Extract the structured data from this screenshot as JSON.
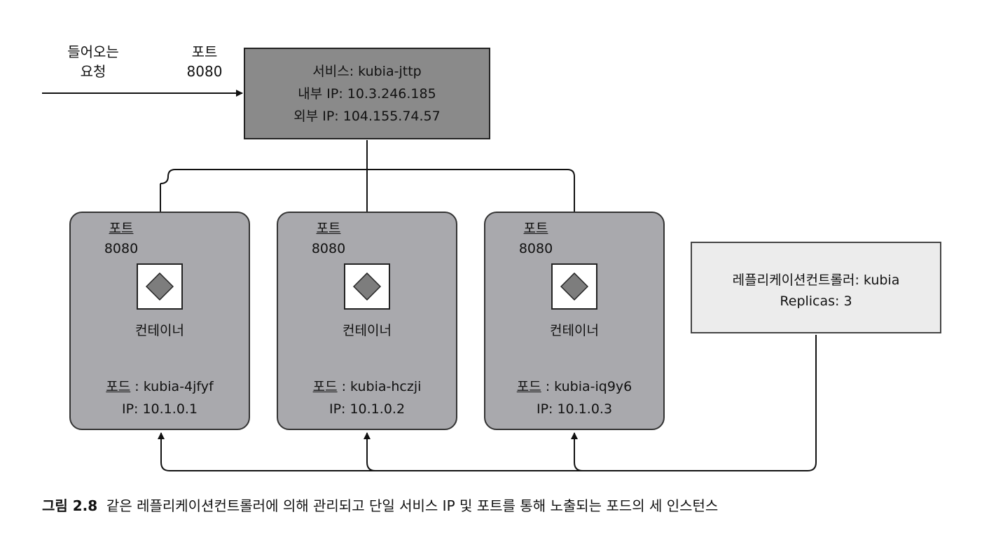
{
  "incoming": {
    "line1": "들어오는",
    "line2": "요청"
  },
  "service_port": {
    "label": "포트",
    "value": "8080"
  },
  "service": {
    "name": "서비스: kubia-jttp",
    "internal_ip": "내부 IP: 10.3.246.185",
    "external_ip": "외부 IP: 104.155.74.57"
  },
  "pods": [
    {
      "port_label": "포트",
      "port_value": "8080",
      "container_label": "컨테이너",
      "pod_prefix": "포드",
      "pod_name": " : kubia-4jfyf",
      "ip": "IP: 10.1.0.1"
    },
    {
      "port_label": "포트",
      "port_value": "8080",
      "container_label": "컨테이너",
      "pod_prefix": "포드",
      "pod_name": " : kubia-hczji",
      "ip": "IP: 10.1.0.2"
    },
    {
      "port_label": "포트",
      "port_value": "8080",
      "container_label": "컨테이너",
      "pod_prefix": "포드",
      "pod_name": " : kubia-iq9y6",
      "ip": "IP: 10.1.0.3"
    }
  ],
  "replication_controller": {
    "name": "레플리케이션컨트롤러: kubia",
    "replicas": "Replicas: 3"
  },
  "caption": {
    "figure": "그림 2.8",
    "text": "같은 레플리케이션컨트롤러에 의해 관리되고 단일 서비스 IP 및 포트를 통해 노출되는 포드의 세 인스턴스"
  },
  "colors": {
    "service_fill": "#8a8a8a",
    "pod_fill": "#a9a9ad",
    "rc_fill": "#ececec",
    "diamond_fill": "#7d7d7d"
  },
  "icons": [
    "container-diamond-icon"
  ]
}
